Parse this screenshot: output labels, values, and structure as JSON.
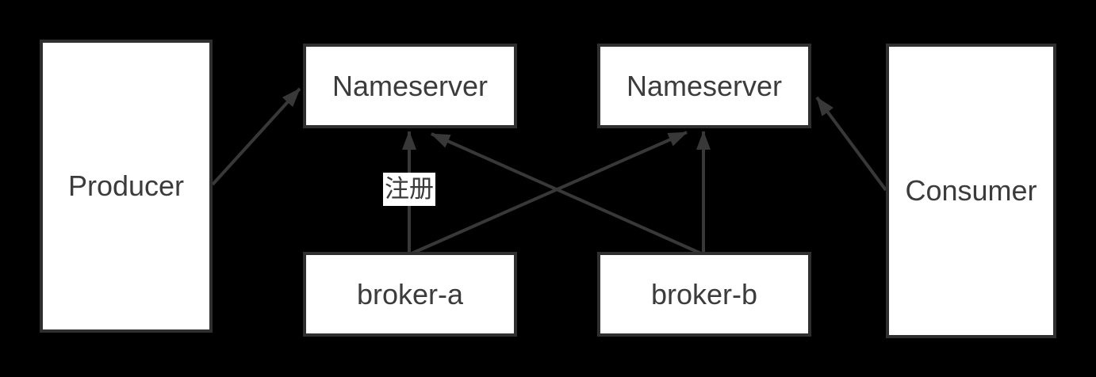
{
  "canvas": {
    "background_color": "#000000",
    "node_fill_color": "#ffffff",
    "stroke_color": "#383838",
    "text_color": "#3c3c3c"
  },
  "nodes": {
    "producer": {
      "label": "Producer"
    },
    "nameserver_left": {
      "label": "Nameserver"
    },
    "nameserver_right": {
      "label": "Nameserver"
    },
    "broker_a": {
      "label": "broker-a"
    },
    "broker_b": {
      "label": "broker-b"
    },
    "consumer": {
      "label": "Consumer"
    }
  },
  "edges": [
    {
      "from": "Producer",
      "to": "Nameserver (left)",
      "label": ""
    },
    {
      "from": "broker-a",
      "to": "Nameserver (left)",
      "label": "注册"
    },
    {
      "from": "broker-a",
      "to": "Nameserver (right)",
      "label": ""
    },
    {
      "from": "broker-b",
      "to": "Nameserver (left)",
      "label": ""
    },
    {
      "from": "broker-b",
      "to": "Nameserver (right)",
      "label": ""
    },
    {
      "from": "Consumer",
      "to": "Nameserver (right)",
      "label": ""
    }
  ]
}
